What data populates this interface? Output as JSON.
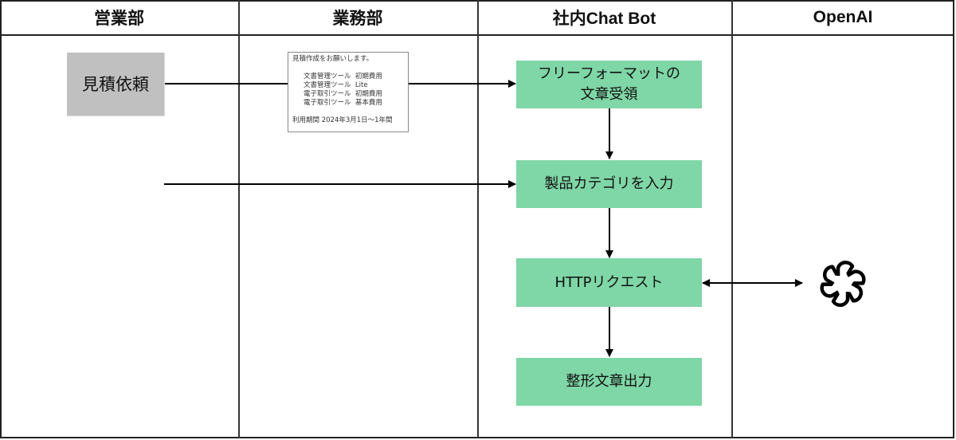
{
  "lanes": [
    {
      "label": "営業部"
    },
    {
      "label": "業務部"
    },
    {
      "label": "社内Chat Bot"
    },
    {
      "label": "OpenAI"
    }
  ],
  "nodes": {
    "quote_request": "見積依頼",
    "free_format_line1": "フリーフォーマットの",
    "free_format_line2": "文章受領",
    "input_category": "製品カテゴリを入力",
    "http_request": "HTTPリクエスト",
    "formatted_output": "整形文章出力"
  },
  "document": {
    "title": "見積作成をお願いします。",
    "items": [
      {
        "product": "文書管理ツール",
        "item": "初期費用"
      },
      {
        "product": "文書管理ツール",
        "item": "Lite"
      },
      {
        "product": "電子取引ツール",
        "item": "初期費用"
      },
      {
        "product": "電子取引ツール",
        "item": "基本費用"
      }
    ],
    "period": "利用期間 2024年3月1日～1年間"
  },
  "icons": {
    "openai": "openai-logo-icon"
  },
  "colors": {
    "process_fill": "#7fd6a6",
    "request_fill": "#c0c0c0",
    "line": "#000000"
  }
}
